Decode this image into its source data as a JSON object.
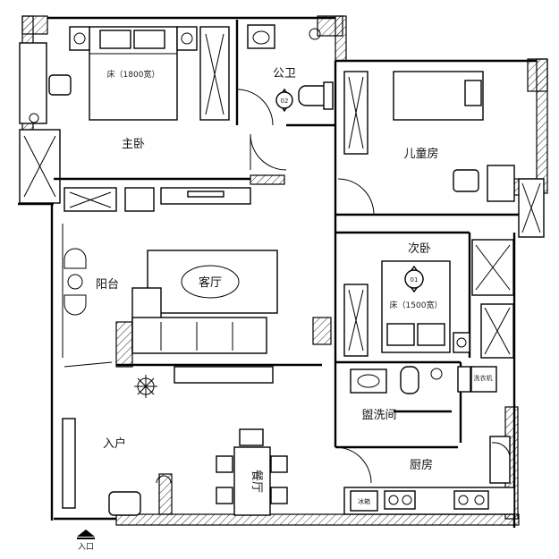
{
  "rooms": {
    "master_bedroom": "主卧",
    "public_bath": "公卫",
    "kids_room": "儿童房",
    "second_bedroom": "次卧",
    "balcony": "阳台",
    "living_room": "客厅",
    "washroom": "盥洗间",
    "entrance": "入户",
    "dining_room": "餐厅",
    "kitchen": "厨房"
  },
  "markers": {
    "marker_02": "02",
    "marker_01": "01"
  },
  "furniture": {
    "bed_master": "床（1800宽）",
    "bed_second": "床（1500宽）",
    "washer": "洗衣机",
    "fridge": "冰箱"
  },
  "entry_label": "入口",
  "colors": {
    "line": "#000000",
    "background": "#ffffff"
  }
}
